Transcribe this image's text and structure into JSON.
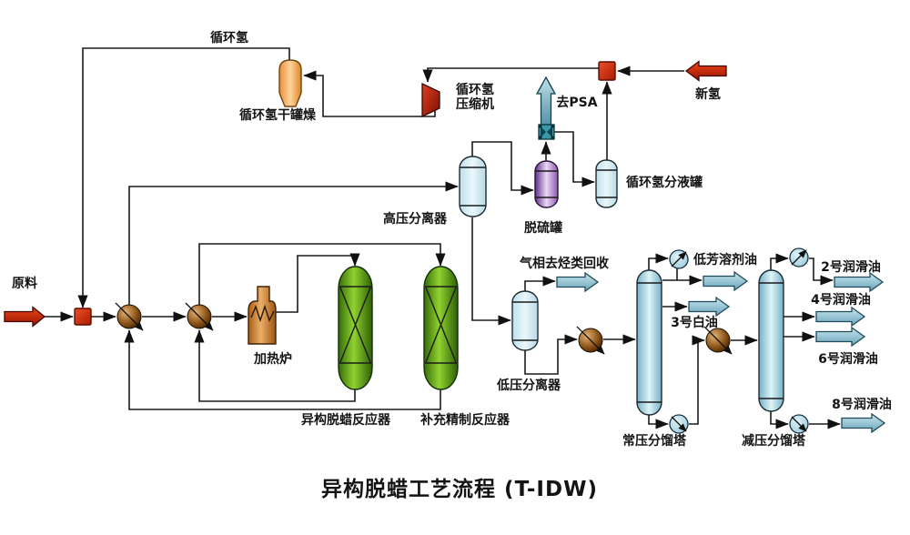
{
  "title": "异构脱蜡工艺流程 (T-IDW)",
  "streams": {
    "feed": "原料",
    "fresh_h2": "新氢",
    "recycle_h2": "循环氢",
    "to_psa": "去PSA",
    "gas_recovery": "气相去烃类回收",
    "low_aromatic_solvent": "低芳溶剂油",
    "white_oil_3": "3号白油",
    "lube_2": "2号润滑油",
    "lube_4": "4号润滑油",
    "lube_6": "6号润滑油",
    "lube_8": "8号润滑油"
  },
  "equipment": {
    "recycle_h2_dryer": "循环氢干罐燥",
    "compressor_line1": "循环氢",
    "compressor_line2": "压缩机",
    "recycle_h2_knockout_drum": "循环氢分液罐",
    "hp_separator": "高压分离器",
    "desulfurizer": "脱硫罐",
    "furnace": "加热炉",
    "idw_reactor": "异构脱蜡反应器",
    "refining_reactor": "补充精制反应器",
    "lp_separator": "低压分离器",
    "atm_tower": "常压分馏塔",
    "vac_tower": "减压分馏塔"
  },
  "colors": {
    "line": "#1a1a1a",
    "red_arrow": "#d03010",
    "teal_arrow": "#8fc3d6",
    "vessel_blue": "#d9edf4",
    "reactor_green": "#79b82a",
    "column_cyan": "#bfe2ee",
    "desulfurizer_purple": "#b48ccc",
    "dryer_orange": "#f0a860",
    "exchanger_copper": "#a06a28",
    "psa_teal": "#7db4c4"
  }
}
